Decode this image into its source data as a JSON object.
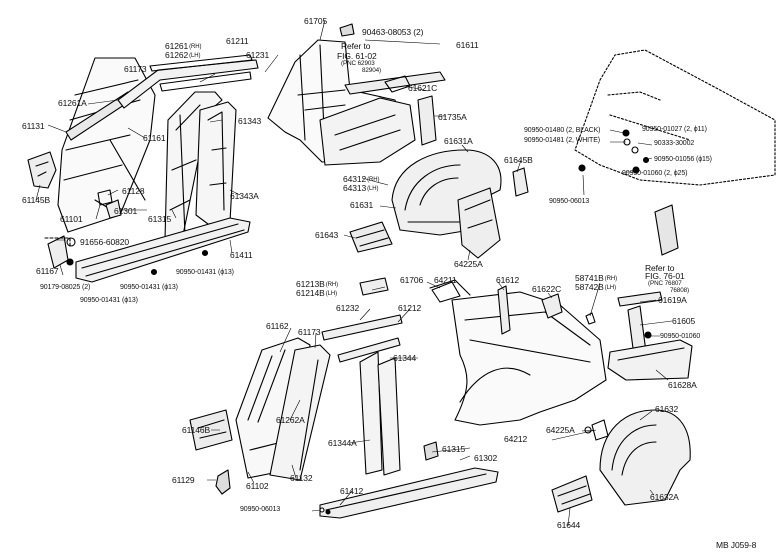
{
  "labels": {
    "p61261": "61261",
    "s61261": "(RH)",
    "p61262": "61262",
    "s61262": "(LH)",
    "p61211": "61211",
    "p61173": "61173",
    "p61231": "61231",
    "p61705": "61705",
    "p90463": "90463-08053 (2)",
    "p61611": "61611",
    "refer_a": "Refer to",
    "fig_a": "FIG. 61-02",
    "pnc_a1": "(PNC 62903",
    "pnc_a2": "82904)",
    "p61621C": "61621C",
    "p61261A": "61261A",
    "p61131": "61131",
    "p61343": "61343",
    "p61735A": "61735A",
    "p61161": "61161",
    "p61631A": "61631A",
    "p61145B": "61145B",
    "p61128": "61128",
    "p61301": "61301",
    "p61315": "61315",
    "p61343A": "61343A",
    "p61101": "61101",
    "p64312": "64312",
    "s64312": "(RH)",
    "p64313": "64313",
    "s64313": "(LH)",
    "p61631": "61631",
    "p61645B": "61645B",
    "p90950_01480": "90950-01480 (2, BLACK)",
    "p90950_01481": "90950-01481 (2, WHITE)",
    "p90950_01027": "90950-01027 (2, ϕ11)",
    "p90333": "90333-30002",
    "p90950_01056": "90950-01056 (ϕ15)",
    "p90950_01060a": "90950-01060 (2, ϕ25)",
    "p90950_06013a": "90950-06013",
    "p91656": "91656-60820",
    "p61643": "61643",
    "p64225A_a": "64225A",
    "p61167": "61167",
    "p61411": "61411",
    "p90950_01431_a": "90950-01431 (ϕ13)",
    "p90179": "90179-08025 (2)",
    "p90950_01431_b": "90950-01431 (ϕ13)",
    "p90950_01431_c": "90950-01431 (ϕ13)",
    "p61706": "61706",
    "p64211": "64211",
    "p61612": "61612",
    "p58741B": "58741B",
    "s58741B": "(RH)",
    "p58742B": "58742B",
    "s58742B": "(LH)",
    "refer_b": "Refer to",
    "fig_b": "FIG. 76-01",
    "pnc_b1": "(PNC 76807",
    "pnc_b2": "76808)",
    "p61213B": "61213B",
    "s61213B": "(RH)",
    "p61214B": "61214B",
    "s61214B": "(LH)",
    "p61622C": "61622C",
    "p61619A": "61619A",
    "p61232": "61232",
    "p61212": "61212",
    "p61605": "61605",
    "p61162": "61162",
    "p61173b": "61173",
    "p90950_01060b": "90950-01060",
    "p61344": "61344",
    "p61628A": "61628A",
    "p61146B": "61146B",
    "p61262A": "61262A",
    "p61344A": "61344A",
    "p64225A_b": "64225A",
    "p61632": "61632",
    "p64212": "64212",
    "p61315b": "61315",
    "p61302": "61302",
    "p61129": "61129",
    "p61102": "61102",
    "p61132": "61132",
    "p61412": "61412",
    "p90950_06013b": "90950-06013",
    "p61644": "61644",
    "p61632A": "61632A",
    "code": "MB J059-8"
  }
}
